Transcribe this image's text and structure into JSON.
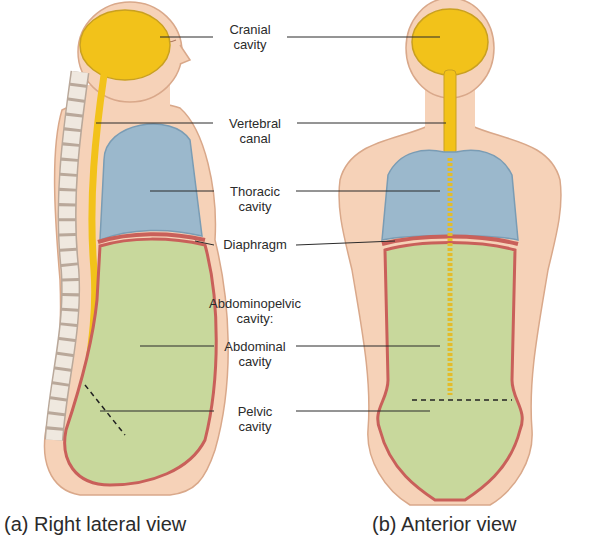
{
  "diagram": {
    "labels": [
      "Cranial cavity",
      "Vertebral canal",
      "Thoracic cavity",
      "Diaphragm",
      "Abdominopelvic cavity:",
      "Abdominal cavity",
      "Pelvic cavity",
      "(a) Right lateral view",
      "(b) Anterior view"
    ]
  }
}
